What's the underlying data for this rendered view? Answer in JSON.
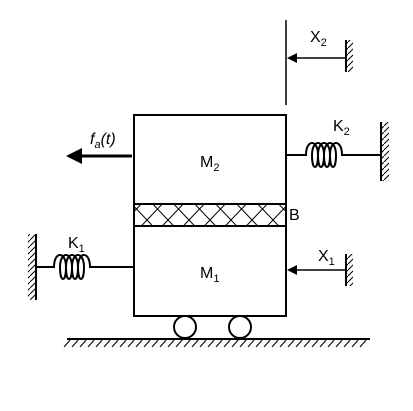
{
  "labels": {
    "m2": {
      "main": "M",
      "sub": "2"
    },
    "m1": {
      "main": "M",
      "sub": "1"
    },
    "k1": {
      "main": "K",
      "sub": "1"
    },
    "k2": {
      "main": "K",
      "sub": "2"
    },
    "x1": {
      "main": "X",
      "sub": "1"
    },
    "x2": {
      "main": "X",
      "sub": "2"
    },
    "force": {
      "main": "f",
      "sub": "a",
      "tail": "(t)"
    },
    "b": "B"
  },
  "colors": {
    "stroke": "#000000",
    "background": "#ffffff"
  }
}
